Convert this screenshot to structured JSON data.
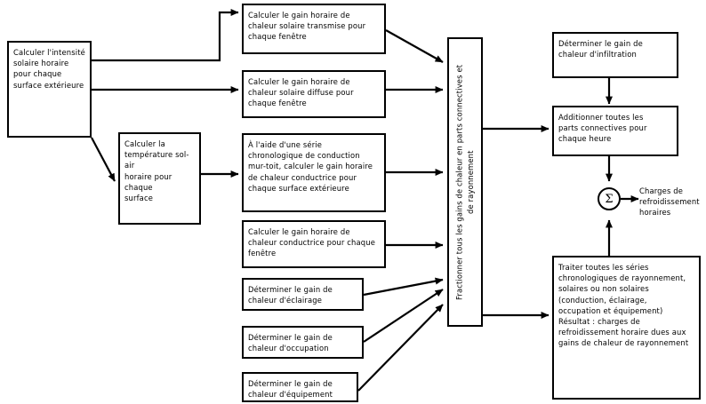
{
  "diagram": {
    "title": "Organigramme de la methode des series chronologiques de rayonnement",
    "colors": {
      "stroke": "#000000",
      "fill": "#ffffff",
      "text": "#000000"
    },
    "nodes": {
      "intensite_solaire": "Calculer l'intensité\nsolaire horaire\npour chaque\nsurface extérieure",
      "gain_transmise": "Calculer le gain horaire de\nchaleur solaire transmise pour\nchaque fenêtre",
      "gain_diffuse": "Calculer le gain horaire de\nchaleur solaire diffuse pour\nchaque fenêtre",
      "temperature_sol_air": "Calculer la\ntempérature sol-air\nhoraire pour chaque\nsurface",
      "serie_conduction": "À l'aide d'une série\nchronologique de conduction\nmur-toit, calculer le gain horaire\nde chaleur conductrice pour\nchaque surface extérieure",
      "gain_conductrice_fenetre": "Calculer le gain horaire de\nchaleur conductrice pour chaque\nfenêtre",
      "gain_eclairage": "Déterminer le gain de\nchaleur d'éclairage",
      "gain_occupation": "Déterminer le gain de\nchaleur d'occupation",
      "gain_equipement": "Déterminer le gain de\nchaleur d'équipement",
      "fractionner": "Fractionner tous les gains de chaleur en parts connectives et\nde rayonnement",
      "gain_infiltration": "Déterminer le gain de\nchaleur d'infiltration",
      "additionner_connectives": "Additionner toutes les\nparts connectives pour\nchaque heure",
      "traiter_series": "Traiter toutes les séries\nchronologiques de rayonnement,\nsolaires ou non solaires\n(conduction, éclairage,\noccupation et équipement)\nRésultat : charges de\nrefroidissement horaire dues aux\ngains de chaleur de rayonnement",
      "sum_symbol": "Σ",
      "charges_output": "Charges de\nrefroidissement\nhoraires"
    }
  }
}
